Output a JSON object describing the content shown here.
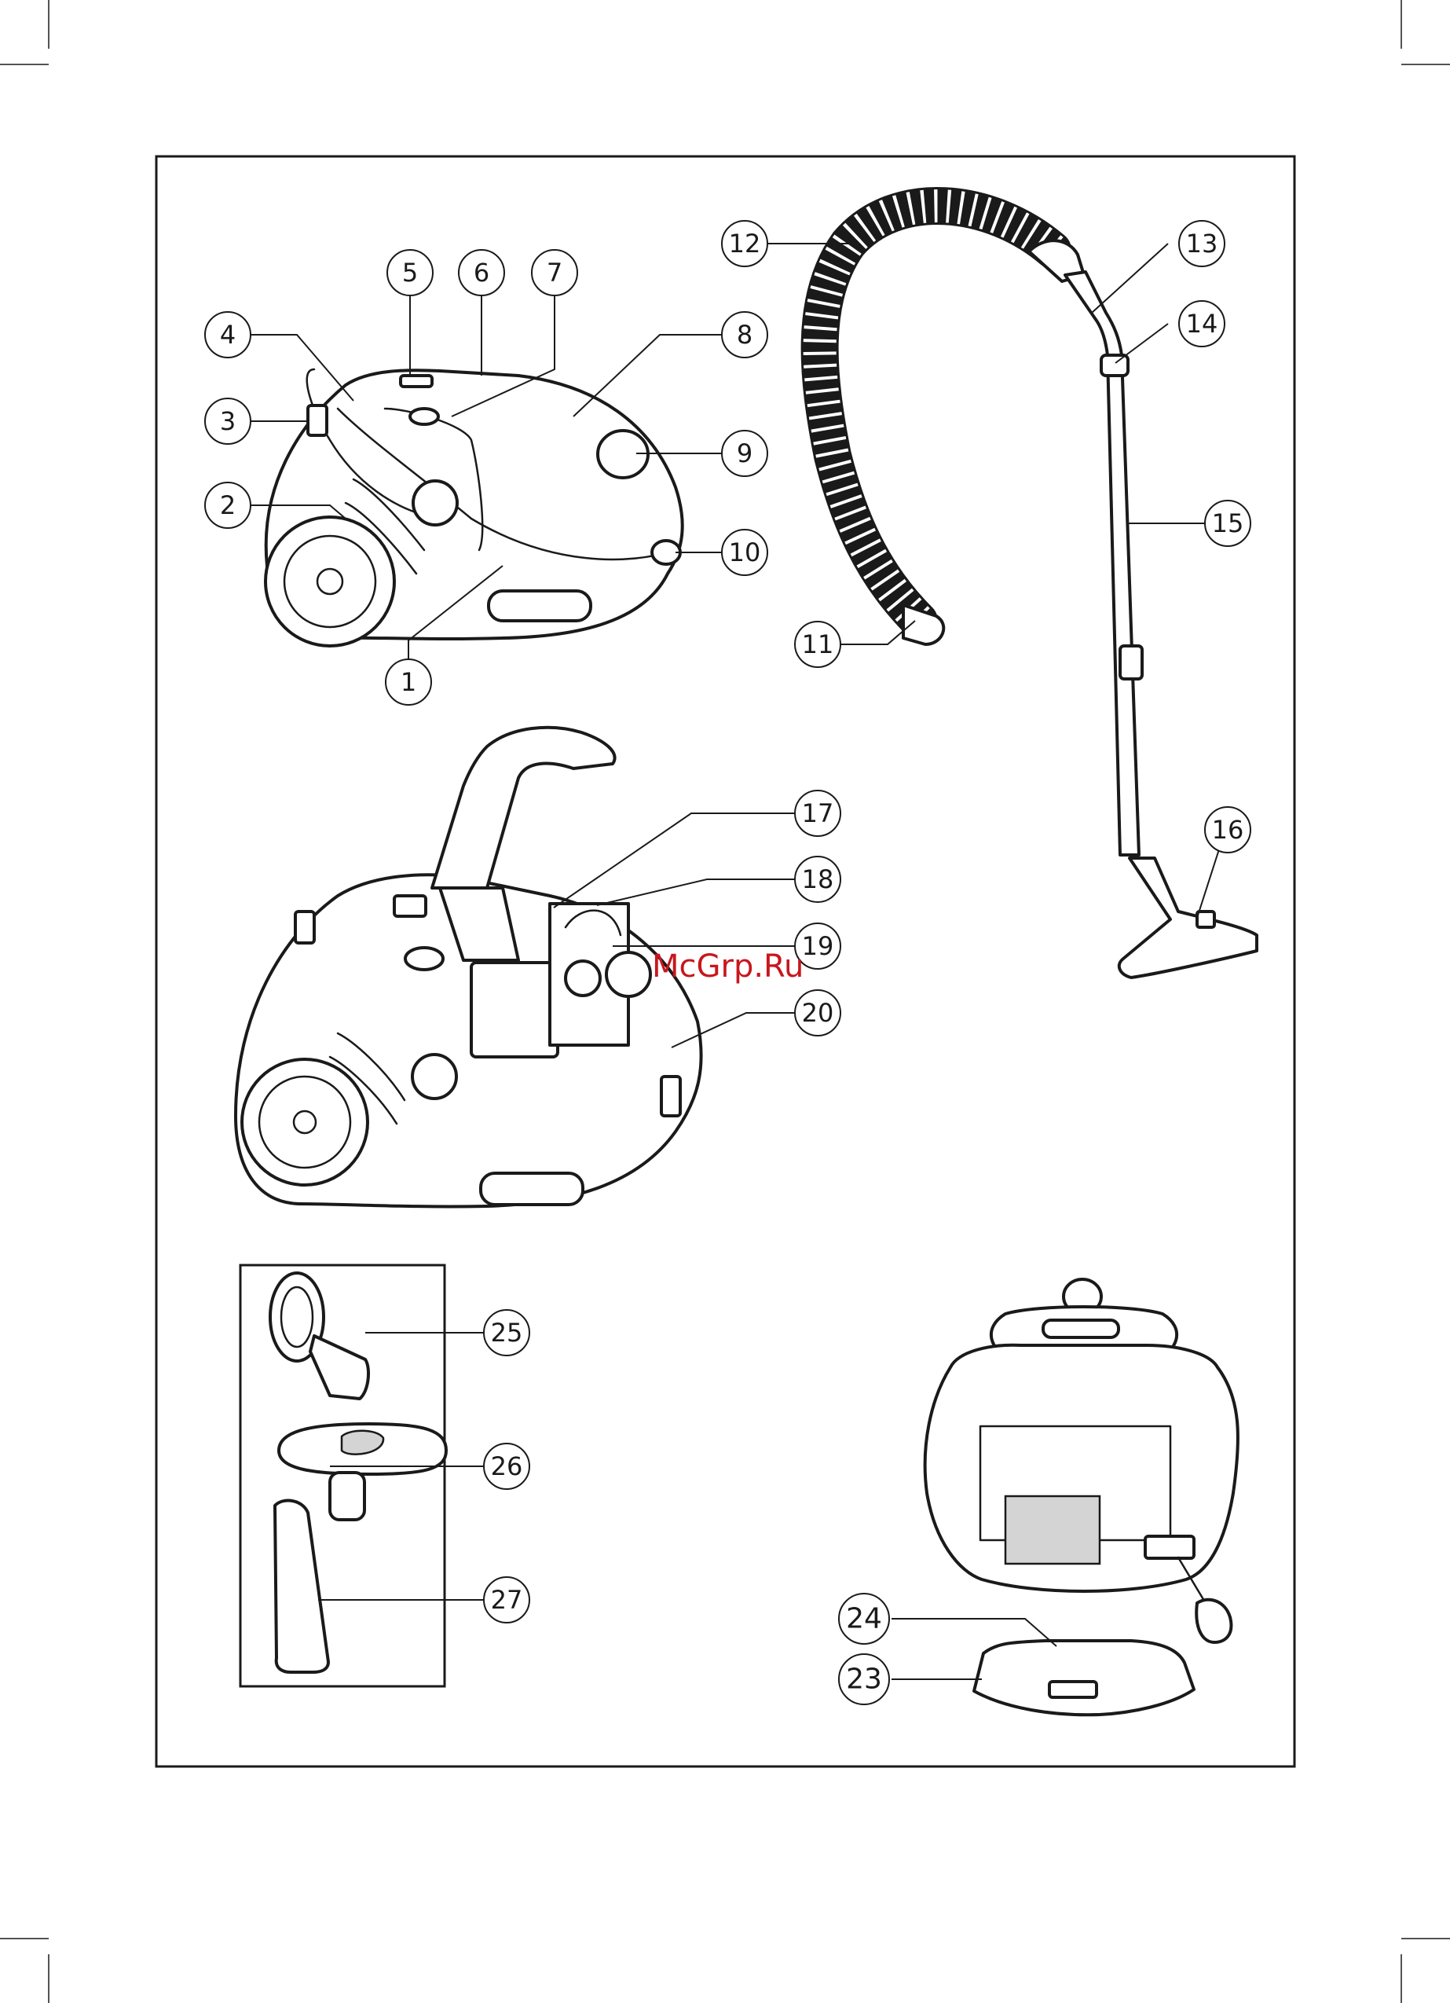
{
  "watermark": "McGrp.Ru",
  "callouts": [
    {
      "label": "1"
    },
    {
      "label": "2"
    },
    {
      "label": "3"
    },
    {
      "label": "4"
    },
    {
      "label": "5"
    },
    {
      "label": "6"
    },
    {
      "label": "7"
    },
    {
      "label": "8"
    },
    {
      "label": "9"
    },
    {
      "label": "10"
    },
    {
      "label": "11"
    },
    {
      "label": "12"
    },
    {
      "label": "13"
    },
    {
      "label": "14"
    },
    {
      "label": "15"
    },
    {
      "label": "16"
    },
    {
      "label": "17"
    },
    {
      "label": "18"
    },
    {
      "label": "19"
    },
    {
      "label": "20"
    },
    {
      "label": "23"
    },
    {
      "label": "24"
    },
    {
      "label": "25"
    },
    {
      "label": "26"
    },
    {
      "label": "27"
    }
  ]
}
